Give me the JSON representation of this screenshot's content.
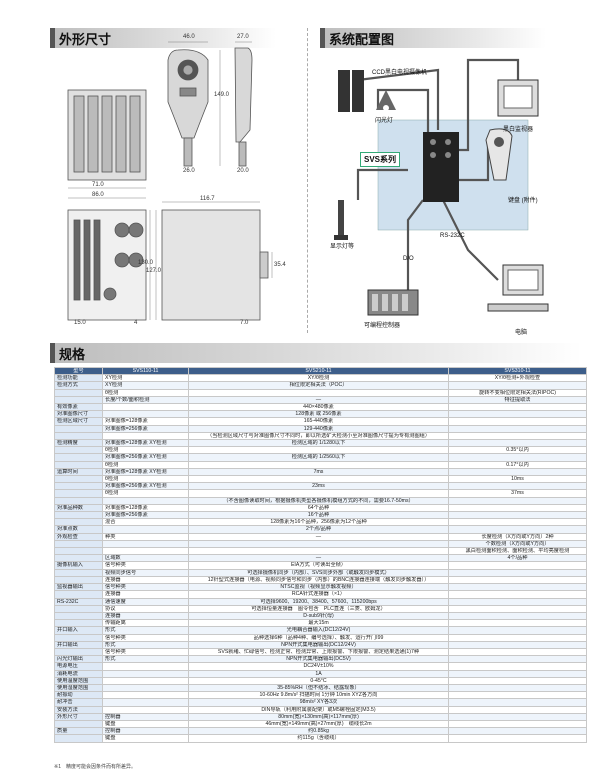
{
  "sections": {
    "dimensions_title": "外形尺寸",
    "system_title": "系统配置图",
    "spec_title": "规格"
  },
  "dimensions": {
    "pendant_width": "46.0",
    "side_width": "27.0",
    "height": "149.0",
    "cable_w": "26.0",
    "cable_w2": "20.0",
    "w1": "71.0",
    "w2": "86.0",
    "w3": "116.7",
    "h1": "130.0",
    "h2": "127.0",
    "h3": "35.4",
    "b1": "15.0",
    "b2": "4",
    "b3": "7.0"
  },
  "system_labels": {
    "camera": "CCD黑白电视摄像机",
    "flash": "闪光灯",
    "monitor": "黑白监视器",
    "svs": "SVS系列",
    "keypad": "键盘\n(附件)",
    "lamp": "显示灯等",
    "rs232": "RS-232C",
    "dio": "D/O",
    "plc": "可编程控制器",
    "pc": "电脑"
  },
  "spec_table": {
    "header": [
      "型号",
      "SVS110-11",
      "SVS210-11",
      "SVS310-11"
    ],
    "rows": [
      [
        "检测功能",
        "XY检测",
        "XY/θ检测",
        "XY/θ检测+外观检查"
      ],
      [
        "检测方式",
        "XY检测",
        "相位限定相关法（POC）",
        ""
      ],
      [
        "",
        "θ检测",
        "",
        "旋转不变相位限定相关法(RIPOC)"
      ],
      [
        "",
        "长度/个数/面积检测",
        "—",
        "特征提取法"
      ],
      [
        "有效像素",
        "",
        "440×480像素",
        ""
      ],
      [
        "对准图像尺寸",
        "",
        "128像素 或 256像素",
        ""
      ],
      [
        "检测区域尺寸",
        "对准图像=128像素",
        "165-440像素",
        ""
      ],
      [
        "",
        "对准图像=256像素",
        "129-440像素",
        ""
      ],
      [
        "",
        "",
        "（当检测区域尺寸与对准图像尺寸不同时，即以所选矿大检测小至对准图像尺寸提为专有测图组）",
        ""
      ],
      [
        "检测精度",
        "对准图像=128像素 XY检测",
        "检测区域的 1/1280以下",
        ""
      ],
      [
        "",
        "θ检测",
        "",
        "0.35°以内"
      ],
      [
        "",
        "对准图像=256像素 XY检测",
        "检测区域的 1/2560以下",
        ""
      ],
      [
        "",
        "θ检测",
        "",
        "0.17°以内"
      ],
      [
        "运算时间",
        "对准图像=128像素 XY检测",
        "7ms",
        ""
      ],
      [
        "",
        "θ检测",
        "",
        "10ms"
      ],
      [
        "",
        "对准图像=256像素 XY检测",
        "23ms",
        ""
      ],
      [
        "",
        "θ检测",
        "",
        "37ms"
      ],
      [
        "",
        "",
        "（不含图像读取时间，根据摄像机类型各摄像机模组方式的不同，需要16.7-50ms）",
        ""
      ],
      [
        "对准品种数",
        "对准图像=128像素",
        "64个品种",
        ""
      ],
      [
        "",
        "对准图像=256像素",
        "16个品种",
        ""
      ],
      [
        "",
        "混合",
        "128像素为16个品种，256像素为12个品种",
        ""
      ],
      [
        "对准点数",
        "",
        "2个点/品种",
        ""
      ],
      [
        "外观检查",
        "种类",
        "—",
        "长度检测（X方向或Y方向）2种"
      ],
      [
        "",
        "",
        "",
        "个数检测（X方向或Y方向）"
      ],
      [
        "",
        "",
        "",
        "黑白检测面积检测、面积检测、平均亮度检测"
      ],
      [
        "",
        "区域数",
        "—",
        "4个/品种"
      ],
      [
        "摄像机输入",
        "信号种类",
        "EIA方式（可读出全帧）",
        ""
      ],
      [
        "",
        "视频同步信号",
        "可选择摄像机同步（内部）、SVS同步外部（或触发同步模式）",
        ""
      ],
      [
        "",
        "连接器",
        "12针型式连接器（电源、视频同步信号和同步（内部）的BNC连接器连接端（触发同步触发器））",
        ""
      ],
      [
        "监视器输出",
        "信号种类",
        "NTSC监视（视频显示触发视频）",
        ""
      ],
      [
        "",
        "连接器",
        "RCA针式连接器（×1）",
        ""
      ],
      [
        "RS-232C",
        "通信速度",
        "可选择9600、19200、38400、57600、115200bps",
        ""
      ],
      [
        "",
        "协议",
        "可选择恒量连接器　图令包含　PLC直连（三菱、欧姆龙）",
        ""
      ],
      [
        "",
        "连接器",
        "D-sub9针(母)",
        ""
      ],
      [
        "",
        "传输距离",
        "最大15m",
        ""
      ],
      [
        "并口输入",
        "形式",
        "光电耦合器输入(DC12/24V)",
        ""
      ],
      [
        "",
        "信号种类",
        "品种选择6种（品种4种、编号选择）、触发、运行开门I99",
        ""
      ],
      [
        "并口输出",
        "形式",
        "NPN开式集电器输出(DC12/24V)",
        ""
      ],
      [
        "",
        "信号种类",
        "SVS就绪、忙碌信号、检测正常、检测异常、上限报警、下限报警、测定结果选通(1)7种",
        ""
      ],
      [
        "闪光灯输出",
        "形式",
        "NPN开式集电器输出(DC5V)",
        ""
      ],
      [
        "电源电压",
        "",
        "DC24V±10%",
        ""
      ],
      [
        "消耗电流",
        "",
        "1A",
        ""
      ],
      [
        "使用温度范围",
        "",
        "0-45°C",
        ""
      ],
      [
        "使用湿度范围",
        "",
        "35-85%RH（但不结冰、结露现象）",
        ""
      ],
      [
        "耐振动",
        "",
        "10-60Hz 9.8m/s² 扫描时间 1分钟 10min XYZ各方向",
        ""
      ],
      [
        "耐冲击",
        "",
        "98m/s² XY各3次",
        ""
      ],
      [
        "安装方法",
        "",
        "DIN导轨（利用附属装配架）或M5螺栓固定(M3.5)",
        ""
      ],
      [
        "外形尺寸",
        "控制器",
        "80mm(宽)×130mm(高)×117mm(厚)",
        ""
      ],
      [
        "",
        "键盘",
        "46mm(宽)×149mm(高)×27mm(厚)　缆线长2m",
        ""
      ],
      [
        "质量",
        "控制器",
        "约0.85kg",
        ""
      ],
      [
        "",
        "键盘",
        "约115g（含缆线）",
        ""
      ]
    ]
  },
  "footnote": "※1　精度可能会因条件而有所差异。"
}
